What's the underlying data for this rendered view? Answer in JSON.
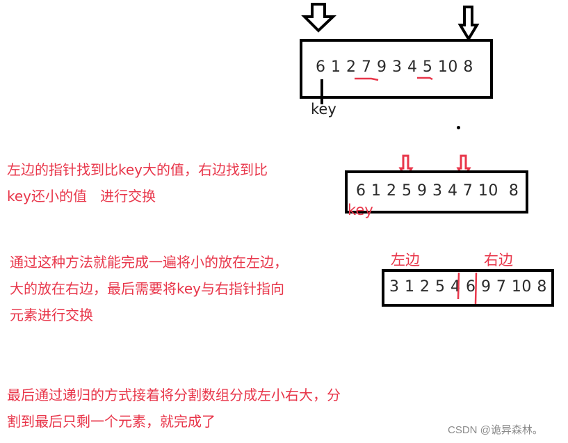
{
  "diagram": {
    "title": "Quick sort partition illustration",
    "step1": {
      "array": "6 1 2 7 9 3 4 5 10 8",
      "key_label": "key",
      "underlined_values": [
        "7",
        "5"
      ]
    },
    "step2": {
      "array": "6 1 2 5 9 3 4 7 10  8",
      "key_label": "key",
      "arrow_targets": [
        "5",
        "7"
      ]
    },
    "step3": {
      "array": "3 1 2 5 4 6 9 7 10 8",
      "left_label": "左边",
      "right_label": "右边",
      "pivot": "6"
    },
    "notes": {
      "note1": "左边的指针找到比key大的值，右边找到比\nkey还小的值   进行交换",
      "note2": "通过这种方法就能完成一遍将小的放在左边，\n大的放在右边，最后需要将key与右指针指向\n元素进行交换",
      "note3": "最后通过递归的方式接着将分割数组分成左小右大，分\n割到最后只剩一个元素，就完成了"
    },
    "watermark": "CSDN @诡异森林。",
    "colors": {
      "annotation": "#e8364a",
      "outline": "#000000",
      "text": "#2b2b2b"
    }
  }
}
